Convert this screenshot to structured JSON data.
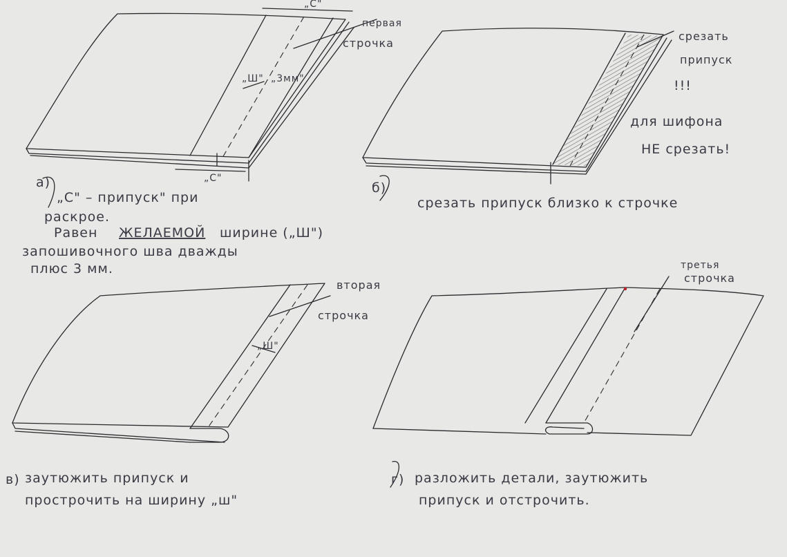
{
  "colors": {
    "paper": "#e8e8e6",
    "ink": "#2a2a2e",
    "hatch": "#9a9a9a",
    "red_mark": "#c0202a"
  },
  "panel_a": {
    "marker": "а)",
    "label_first_stitch_1": "первая",
    "label_first_stitch_2": "строчка",
    "label_c_top": "„С\"",
    "label_sh": "„Ш\"",
    "label_3mm": "„3мм\"",
    "label_c_bottom": "„С\"",
    "caption": [
      "„С\" – припуск\" при",
      "раскрое.",
      "Равен",
      "ЖЕЛАЕМОЙ",
      "ширине („Ш\")",
      "запошивочного шва дважды",
      "плюс 3 мм."
    ]
  },
  "panel_b": {
    "marker": "б)",
    "note_1": "срезать",
    "note_2": "припуск",
    "note_3": "!!!",
    "note_4": "для шифона",
    "note_5": "НЕ срезать!",
    "caption": "срезать припуск близко к строчке"
  },
  "panel_c": {
    "marker": "в)",
    "label_second_stitch_1": "вторая",
    "label_second_stitch_2": "строчка",
    "label_sh": "„Ш\"",
    "caption": [
      "заутюжить припуск и",
      "прострочить на ширину „ш\""
    ]
  },
  "panel_d": {
    "marker": "г)",
    "label_third_stitch_1": "третья",
    "label_third_stitch_2": "строчка",
    "caption": [
      "разложить детали, заутюжить",
      "припуск и отстрочить."
    ]
  }
}
